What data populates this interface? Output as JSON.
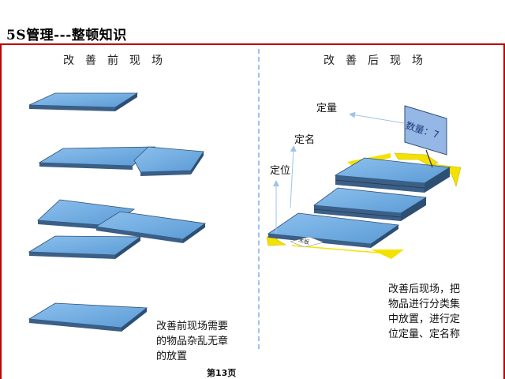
{
  "header": {
    "title": "5S管理---整顿知识"
  },
  "left_panel": {
    "heading": "改善前现场",
    "note": [
      "改善前现场需要",
      "的物品杂乱无章",
      "的放置"
    ]
  },
  "right_panel": {
    "heading": "改善后现场",
    "labels": {
      "fixed_qty": "定量",
      "fixed_name": "定名",
      "fixed_pos": "定位"
    },
    "sign_text": "数量：7",
    "shelf_text": "木板",
    "note": [
      "改善后现场，把",
      "物品进行分类集",
      "中放置，进行定",
      "位定量、定名称"
    ]
  },
  "footer": {
    "page_label": "第13页"
  },
  "colors": {
    "accent_red": "#c00000",
    "plate_blue": "#5b9bd5",
    "marker_yellow": "#f3e200",
    "divider_blue": "#9ec3ea"
  }
}
